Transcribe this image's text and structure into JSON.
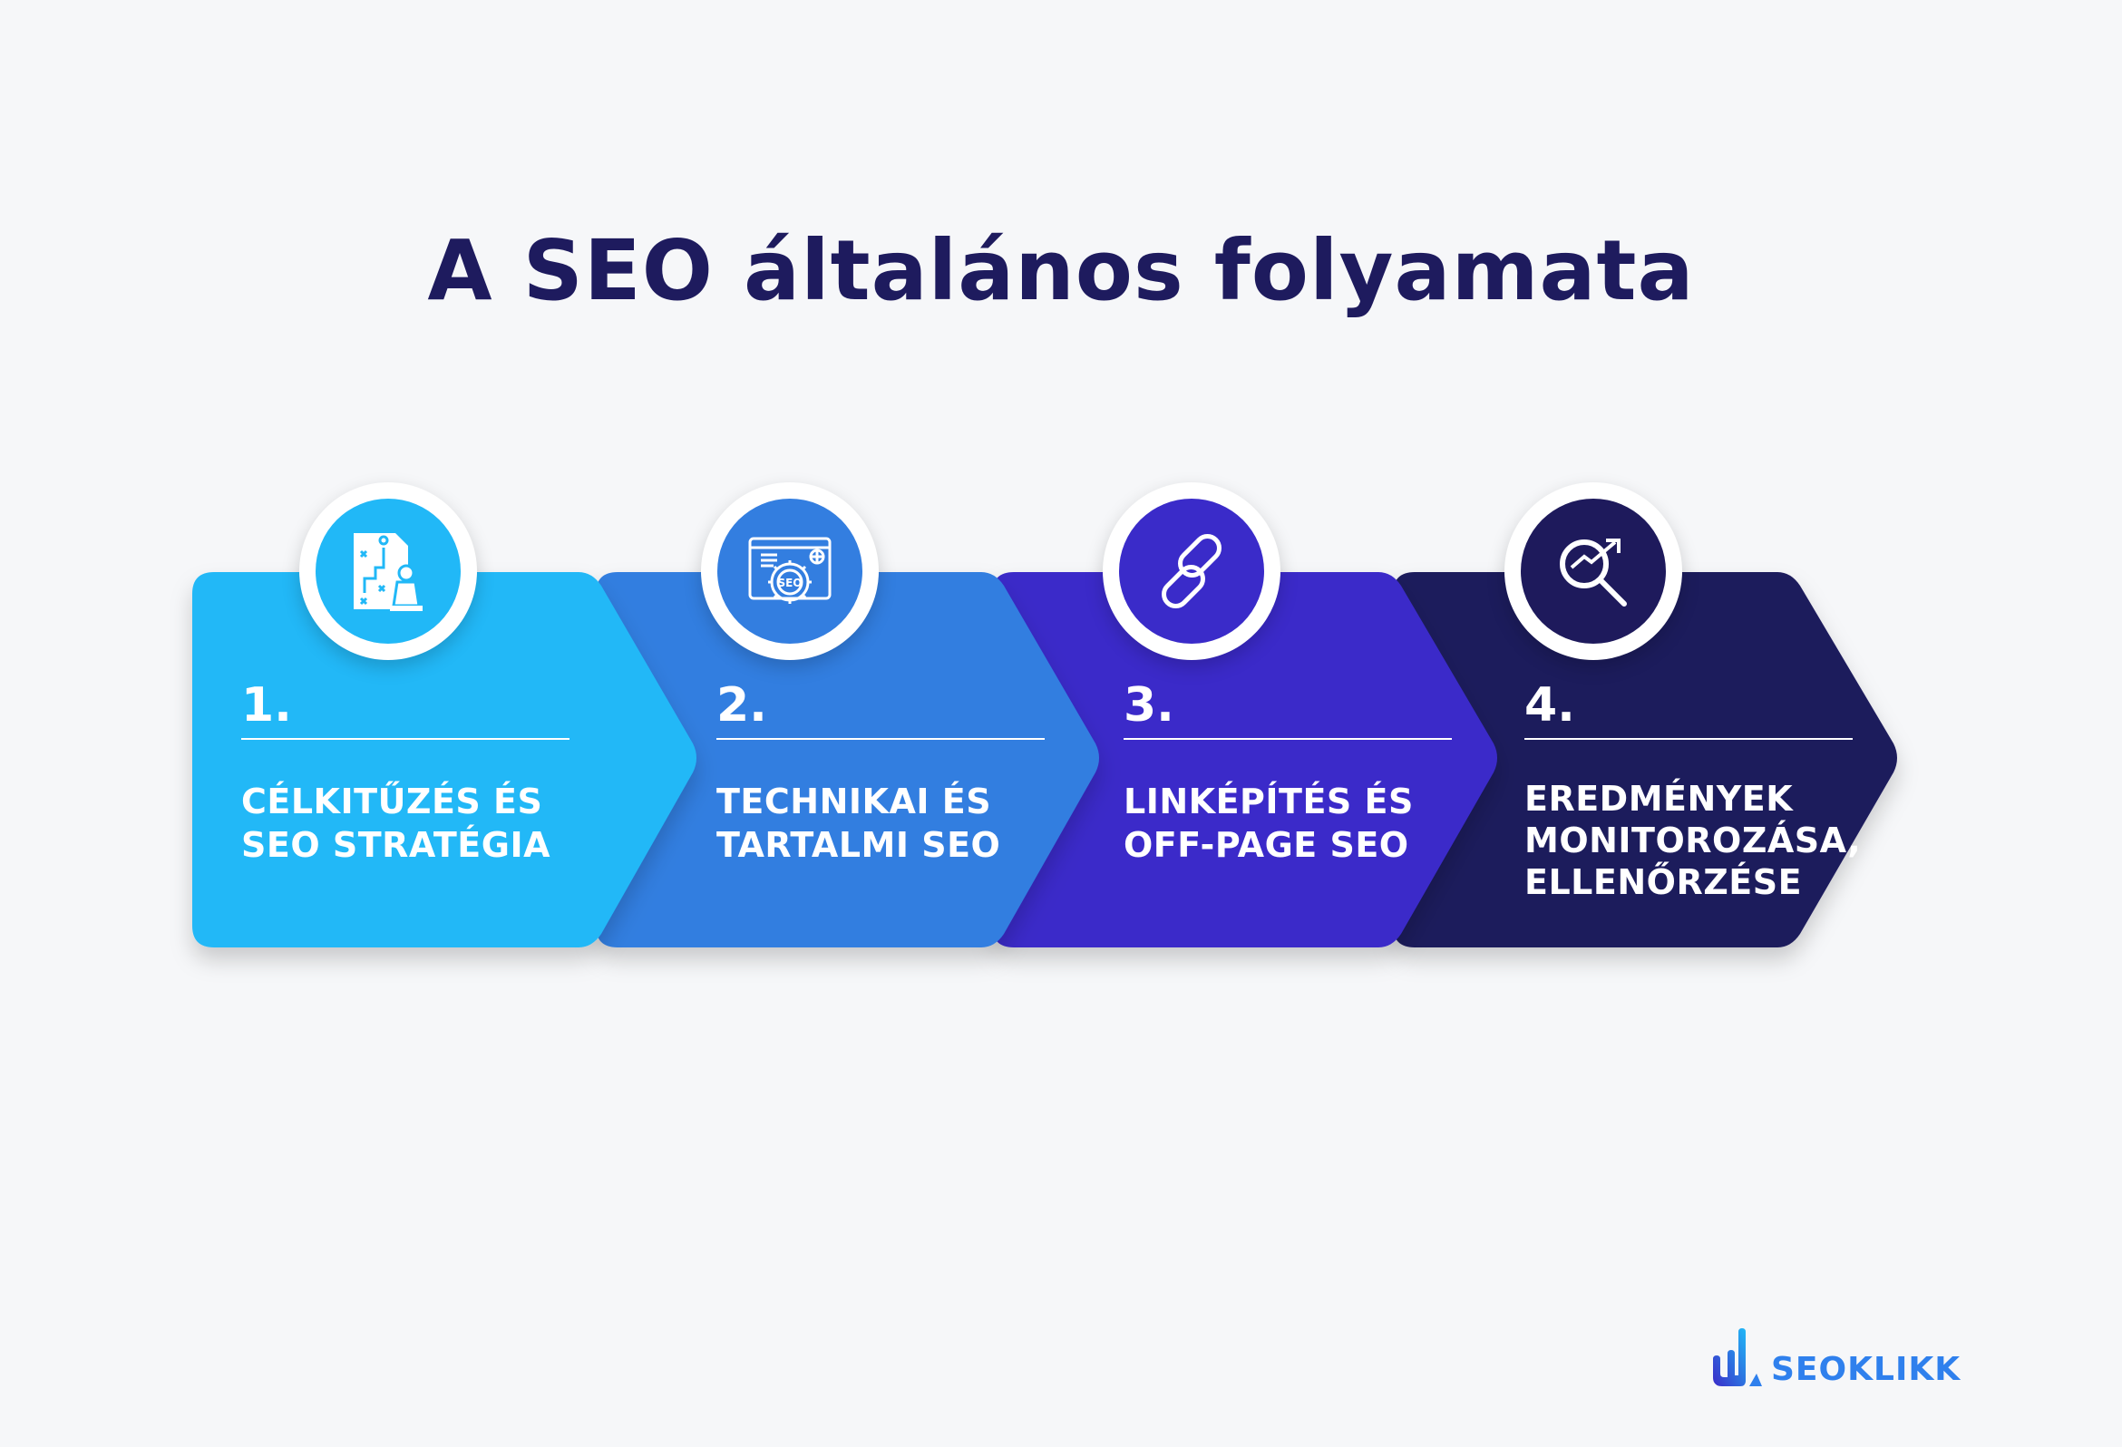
{
  "title": "A SEO általános folyamata",
  "steps": [
    {
      "number": "1.",
      "line1": "CÉLKITŰZÉS ÉS",
      "line2": "SEO STRATÉGIA",
      "line3": "",
      "icon": "strategy-chess-icon",
      "color": "#21b8f7"
    },
    {
      "number": "2.",
      "line1": "TECHNIKAI ÉS",
      "line2": "TARTALMI SEO",
      "line3": "",
      "icon": "seo-gear-browser-icon",
      "color": "#337ee0"
    },
    {
      "number": "3.",
      "line1": "LINKÉPÍTÉS ÉS",
      "line2": "OFF-PAGE SEO",
      "line3": "",
      "icon": "chain-link-icon",
      "color": "#3a2bc9"
    },
    {
      "number": "4.",
      "line1": "EREDMÉNYEK",
      "line2": "MONITOROZÁSA,",
      "line3": "ELLENŐRZÉSE",
      "icon": "magnifier-growth-icon",
      "color": "#1e1a5c"
    }
  ],
  "logo": {
    "text": "SEOKLIKK",
    "color": "#2f80ed"
  }
}
